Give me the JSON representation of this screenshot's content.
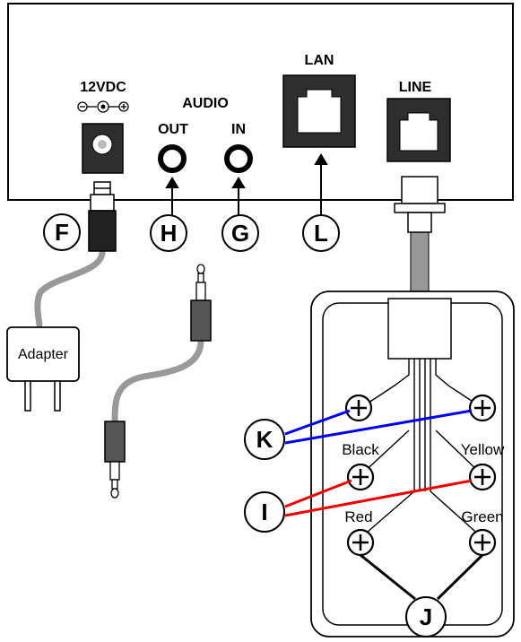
{
  "panel": {
    "power_label": "12VDC",
    "audio_label": "AUDIO",
    "audio_out_label": "OUT",
    "audio_in_label": "IN",
    "lan_label": "LAN",
    "line_label": "LINE"
  },
  "callouts": {
    "f": "F",
    "h": "H",
    "g": "G",
    "l": "L",
    "k": "K",
    "i": "I",
    "j": "J"
  },
  "adapter": {
    "label": "Adapter"
  },
  "wires": {
    "black": "Black",
    "yellow": "Yellow",
    "red": "Red",
    "green": "Green"
  },
  "colors": {
    "blue_wire": "#0000ee",
    "red_wire": "#ee0000",
    "cable_gray": "#999999",
    "plug_dark": "#333333"
  }
}
